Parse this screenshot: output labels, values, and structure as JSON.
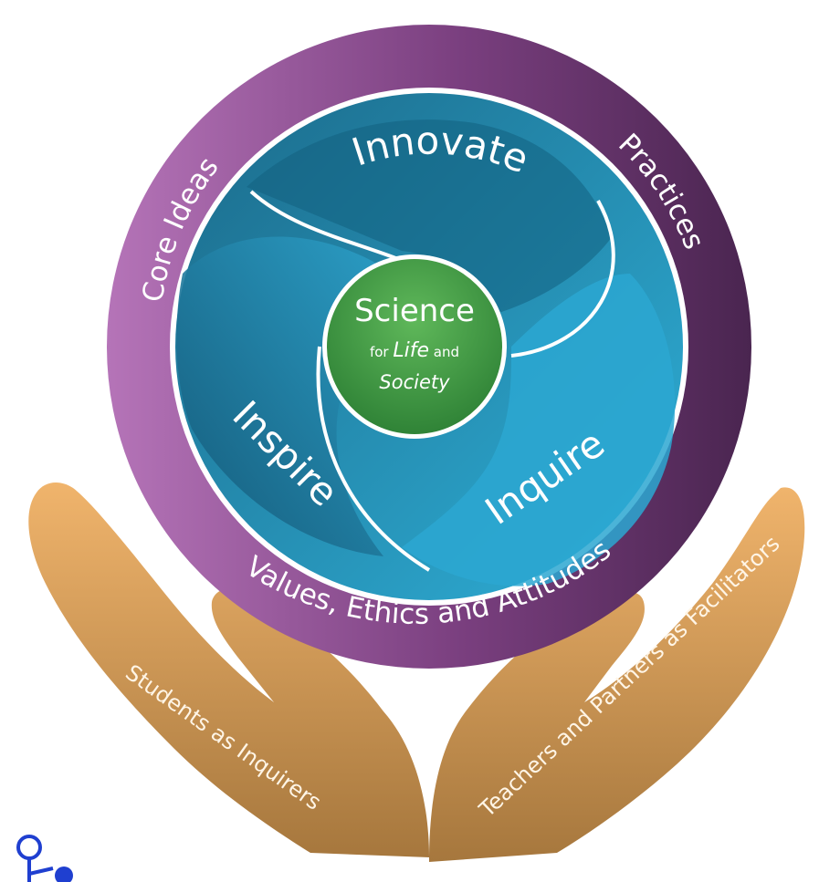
{
  "center": {
    "title": "Science",
    "line2_prefix": "for ",
    "line2_italic": "Life",
    "line2_suffix": " and",
    "line3": "Society"
  },
  "ring": {
    "top_left": "Core Ideas",
    "top_right": "Practices",
    "bottom": "Values, Ethics and Attitudes"
  },
  "swirl": {
    "top": "Innovate",
    "left": "Inspire",
    "right": "Inquire"
  },
  "hands": {
    "left": "Students as Inquirers",
    "right": "Teachers and Partners as Facilitators"
  },
  "colors": {
    "ring_light": "#b574b8",
    "ring_dark": "#4a2550",
    "teal_light": "#2ea6cf",
    "teal_dark": "#155f7e",
    "center_green": "#3c9a3c",
    "hand": "#d9a05e",
    "hand_dark": "#a6773d"
  },
  "icons": [
    "search-icon"
  ]
}
